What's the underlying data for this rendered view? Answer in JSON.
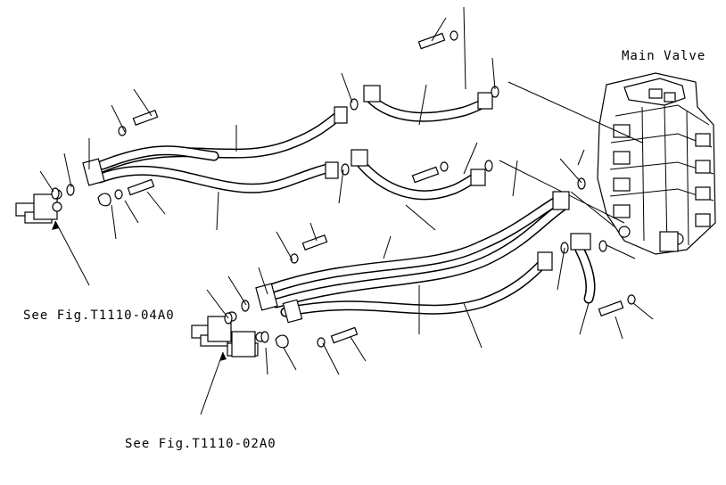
{
  "labels": {
    "main_valve": "Main Valve",
    "see_fig_upper": "See Fig.T1110-04A0",
    "see_fig_lower": "See Fig.T1110-02A0"
  },
  "colors": {
    "ink": "#000000",
    "paper": "#ffffff"
  }
}
